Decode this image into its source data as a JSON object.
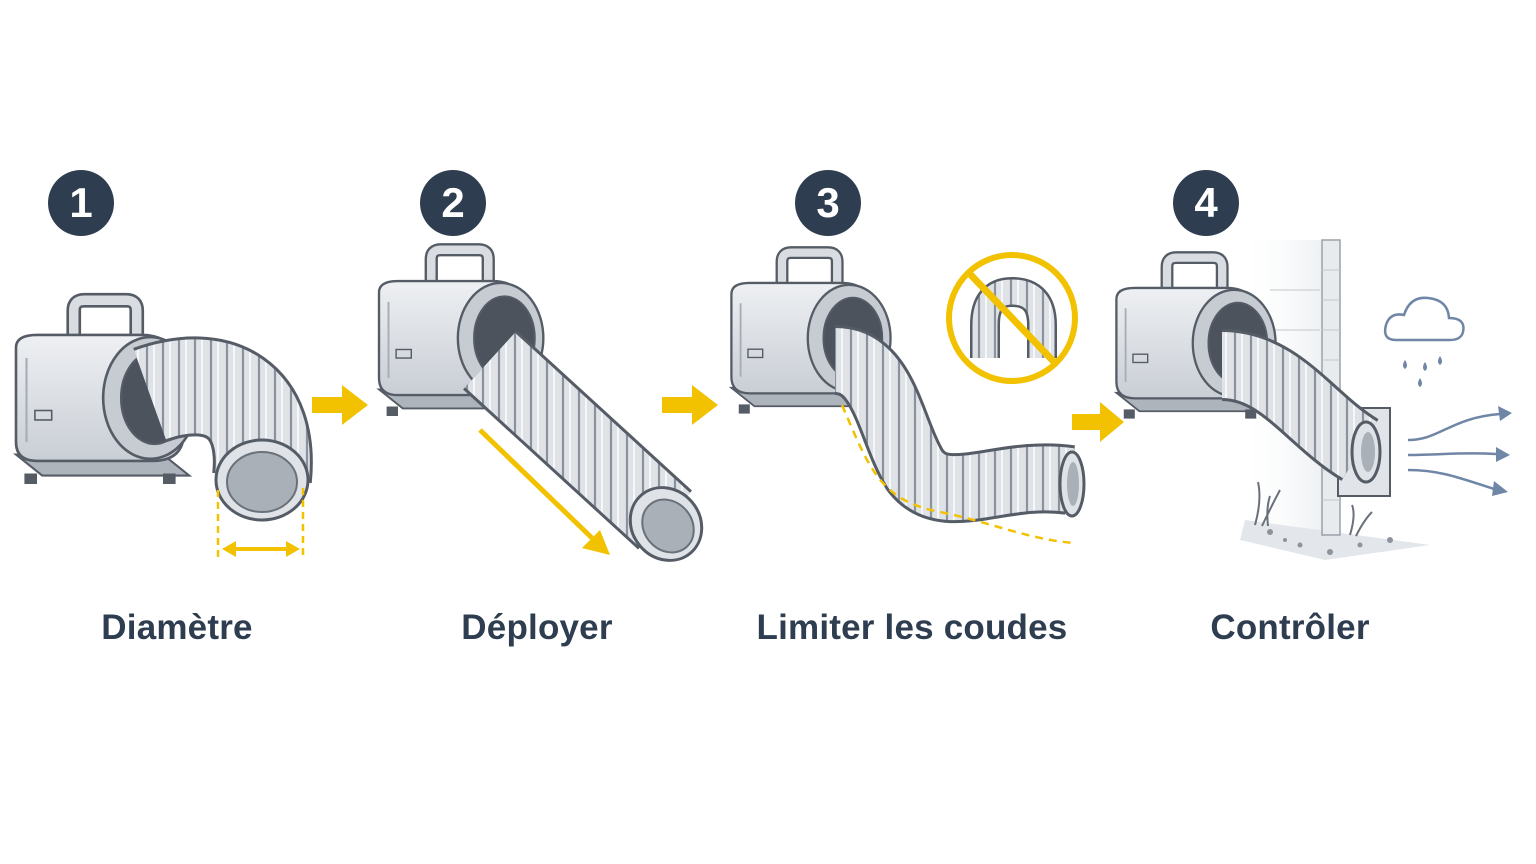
{
  "colors": {
    "badge": "#2e3e50",
    "label": "#2e3e50",
    "accent": "#f2c200",
    "machine": "#d9dde2",
    "outline": "#555c66",
    "wind": "#6f86a6"
  },
  "steps": [
    {
      "number": "1",
      "label": "Diamètre",
      "icon": "diameter-measure-icon"
    },
    {
      "number": "2",
      "label": "Déployer",
      "icon": "extend-arrow-icon"
    },
    {
      "number": "3",
      "label": "Limiter les coudes",
      "icon": "no-bend-sign-icon"
    },
    {
      "number": "4",
      "label": "Contrôler",
      "icon": "rain-wind-icon"
    }
  ],
  "connectors": [
    "arrow-right-icon",
    "arrow-right-icon",
    "arrow-right-icon"
  ]
}
